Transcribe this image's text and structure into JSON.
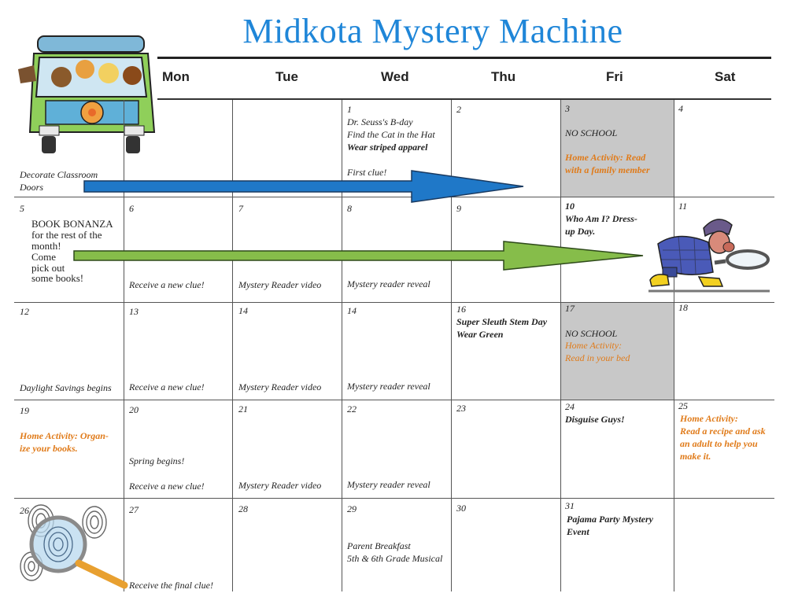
{
  "title": "Midkota Mystery Machine",
  "days": [
    "Mon",
    "Tue",
    "Wed",
    "Thu",
    "Fri",
    "Sat"
  ],
  "colors": {
    "title": "#1f86d8",
    "orange": "#e07b1a",
    "arrow_blue": "#1f78c8",
    "arrow_green": "#86bd4a",
    "gray": "#c8c8c8"
  },
  "icons": [
    "mystery-van-icon",
    "detective-icon",
    "magnifying-glass-icon"
  ],
  "week1": {
    "sun_lines": [
      "Decorate Classroom",
      "Doors"
    ],
    "wed_num": "1",
    "wed_lines": [
      "Dr. Seuss's B-day",
      "Find the Cat in the Hat",
      "Wear striped apparel",
      "First clue!"
    ],
    "thu_num": "2",
    "fri_num": "3",
    "fri_lines": [
      "NO SCHOOL",
      "Home Activity: Read",
      "with a  family member"
    ],
    "sat_num": "4"
  },
  "week2": {
    "sun_num": "5",
    "sun_lines": [
      "BOOK BONANZA",
      "for the rest of the",
      "month!",
      "Come",
      "pick out",
      "some books!"
    ],
    "mon_num": "6",
    "mon_text": "Receive a new clue!",
    "tue_num": "7",
    "tue_text": "Mystery Reader video",
    "wed_num": "8",
    "wed_text": "Mystery reader reveal",
    "thu_num": "9",
    "fri_num": "10",
    "fri_lines": [
      "Who Am I? Dress-",
      "up Day."
    ],
    "sat_num": "11"
  },
  "week3": {
    "sun_num": "12",
    "sun_text": "Daylight Savings begins",
    "mon_num": "13",
    "mon_text": "Receive a new clue!",
    "tue_num": "14",
    "tue_text": "Mystery Reader video",
    "wed_num": "14",
    "wed_text": "Mystery reader reveal",
    "thu_num": "16",
    "thu_lines": [
      "Super Sleuth Stem Day",
      "Wear Green"
    ],
    "fri_num": "17",
    "fri_lines": [
      "NO SCHOOL",
      "Home Activity:",
      "Read in your bed"
    ],
    "sat_num": "18"
  },
  "week4": {
    "sun_num": "19",
    "sun_lines": [
      "Home Activity: Organ-",
      "ize your books."
    ],
    "mon_num": "20",
    "mon_lines": [
      "Spring begins!",
      "Receive a new clue!"
    ],
    "tue_num": "21",
    "tue_text": "Mystery Reader video",
    "wed_num": "22",
    "wed_text": "Mystery reader reveal",
    "thu_num": "23",
    "fri_num": "24",
    "fri_text": "Disguise Guys!",
    "sat_num": "25",
    "sat_lines": [
      "Home Activity:",
      "Read a recipe and ask",
      "an adult to help you",
      "make it."
    ]
  },
  "week5": {
    "sun_num": "26",
    "mon_num": "27",
    "mon_text": "Receive the final clue!",
    "tue_num": "28",
    "wed_num": "29",
    "wed_lines": [
      "Parent Breakfast",
      "5th & 6th Grade Musical"
    ],
    "thu_num": "30",
    "fri_num": "31",
    "fri_lines": [
      "Pajama Party Mystery",
      "Event"
    ]
  }
}
